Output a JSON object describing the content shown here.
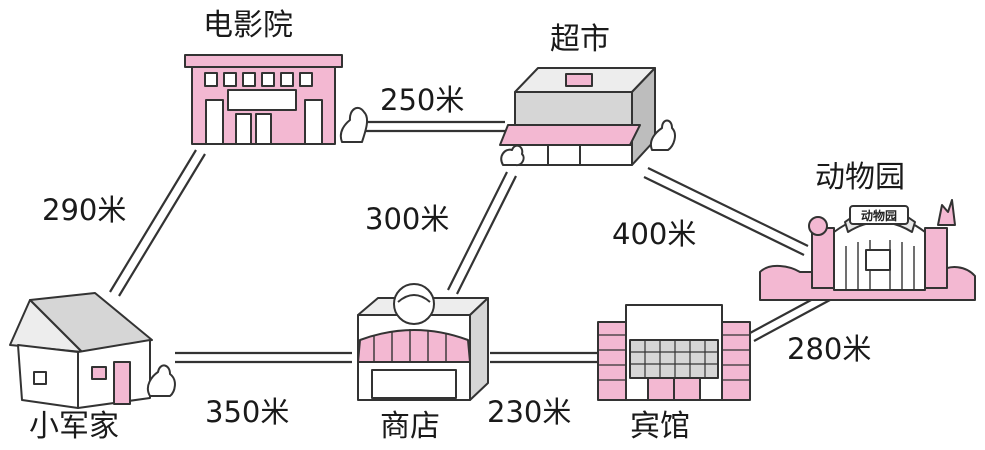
{
  "places": {
    "cinema": "电影院",
    "supermarket": "超市",
    "zoo": "动物园",
    "zoo_sign": "动物园",
    "home": "小军家",
    "shop": "商店",
    "hotel": "宾馆"
  },
  "distances": {
    "cinema_supermarket": "250米",
    "cinema_home": "290米",
    "supermarket_shop": "300米",
    "supermarket_zoo": "400米",
    "zoo_hotel": "280米",
    "home_shop": "350米",
    "shop_hotel": "230米"
  },
  "colors": {
    "pink": "#f3b8d2",
    "line": "#333333",
    "gray": "#d6d6d6"
  }
}
